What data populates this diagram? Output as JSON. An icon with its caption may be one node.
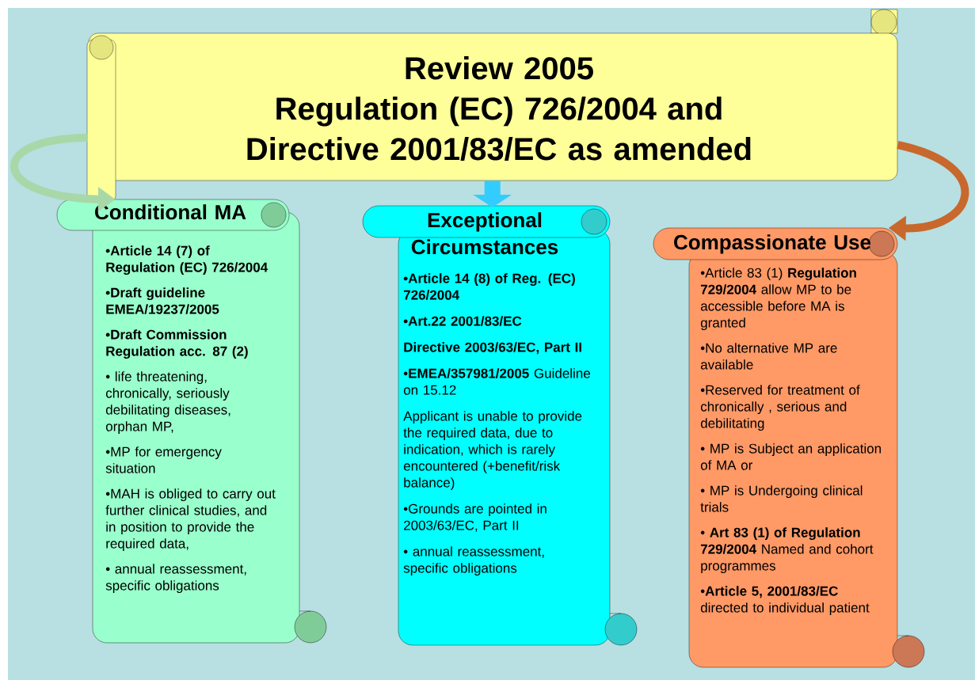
{
  "diagram": {
    "nodes": [
      {
        "text": [
          "Review 2005",
          "Regulation (EC) 726/2004 and Directive 2001/83/EC as amended"
        ]
      },
      {
        "text": [
          "Conditional MA",
          "•Article 14 (7) of Regulation (EC) 726/2004",
          "•Draft guideline EMEA/19237/2005",
          "•Draft  Commission Regulation acc. 87 (2)",
          "•  life threatening, chronically, seriously debilitating diseases, orphan MP,",
          "•MP for emergency situation",
          "•MAH is obliged to carry out further clinical studies, and in position to provide the required data,",
          "• annual reassessment, specific obligations"
        ]
      },
      {
        "text": [
          "Exceptional Circumstances",
          "•Article 14 (8) of Reg. (EC) 726/2004",
          "•Art.22 2001/83/EC",
          "Directive 2003/63/EC, Part II",
          "•**EMEA/357981/2005** Guideline on 15.12",
          "Applicant is unable to provide the required data, due to indication,  which is rarely encountered (+benefit/risk balance)",
          "•Grounds are pointed in 2003/63/EC, Part II",
          "• annual reassessment, specific obligations"
        ]
      },
      {
        "text": [
          "Compassionate  Use",
          "•Article 83 (1) **Regulation 729/2004** allow MP to be accessible before MA is granted",
          "•No alternative MP are available",
          "•Reserved for treatment of chronically , serious and debilitating",
          "• MP is Subject an application of MA or",
          "• MP is Undergoing clinical trials",
          "• **Art 83 (1)  of Regulation 729/2004** Named and cohort programmes",
          "•**Article 5, 2001/83/EC** directed to individual patient"
        ]
      }
    ],
    "edges": [
      {
        "from": 0,
        "to": 1,
        "arrow": "to",
        "color": "#a8d8a8"
      },
      {
        "from": 0,
        "to": 2,
        "arrow": "to",
        "style": "thick",
        "color": "#33ccff"
      },
      {
        "from": 0,
        "to": 3,
        "arrow": "to",
        "color": "#c8682c"
      }
    ]
  }
}
